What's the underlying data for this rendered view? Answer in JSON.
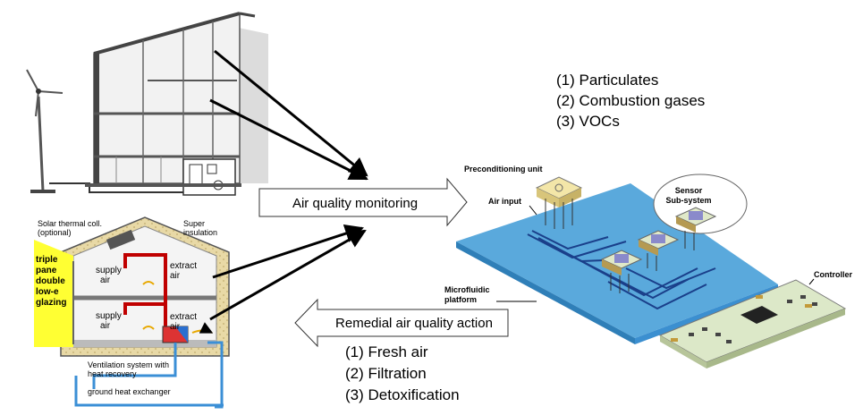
{
  "pollutants": {
    "item1": "(1) Particulates",
    "item2": "(2) Combustion gases",
    "item3": "(3) VOCs"
  },
  "actions": {
    "item1": "(1) Fresh air",
    "item2": "(2) Filtration",
    "item3": "(3) Detoxification"
  },
  "arrows": {
    "monitoring": "Air quality monitoring",
    "remedial": "Remedial air quality action"
  },
  "house": {
    "solar_line1": "Solar thermal coll.",
    "solar_line2": "(optional)",
    "super_line1": "Super",
    "super_line2": "insulation",
    "glazing_line1": "triple",
    "glazing_line2": "pane",
    "glazing_line3": "double",
    "glazing_line4": "low-e",
    "glazing_line5": "glazing",
    "supply_top_line1": "supply",
    "supply_top_line2": "air",
    "extract_top_line1": "extract",
    "extract_top_line2": "air",
    "supply_bottom_line1": "supply",
    "supply_bottom_line2": "air",
    "extract_bottom_line1": "extract",
    "extract_bottom_line2": "air",
    "vent_line1": "Ventilation system with",
    "vent_line2": "heat recovery",
    "ground": "ground heat exchanger"
  },
  "platform": {
    "preconditioning": "Preconditioning unit",
    "air_input": "Air input",
    "sensor_line1": "Sensor",
    "sensor_line2": "Sub-system",
    "microfluidic_line1": "Microfluidic",
    "microfluidic_line2": "platform",
    "controller": "Controller"
  },
  "colors": {
    "platform_blue": "#5aa9dc",
    "supply_duct": "#c00000",
    "ground_pipe": "#3b8fd6",
    "glazing_yellow": "#ffff33"
  }
}
